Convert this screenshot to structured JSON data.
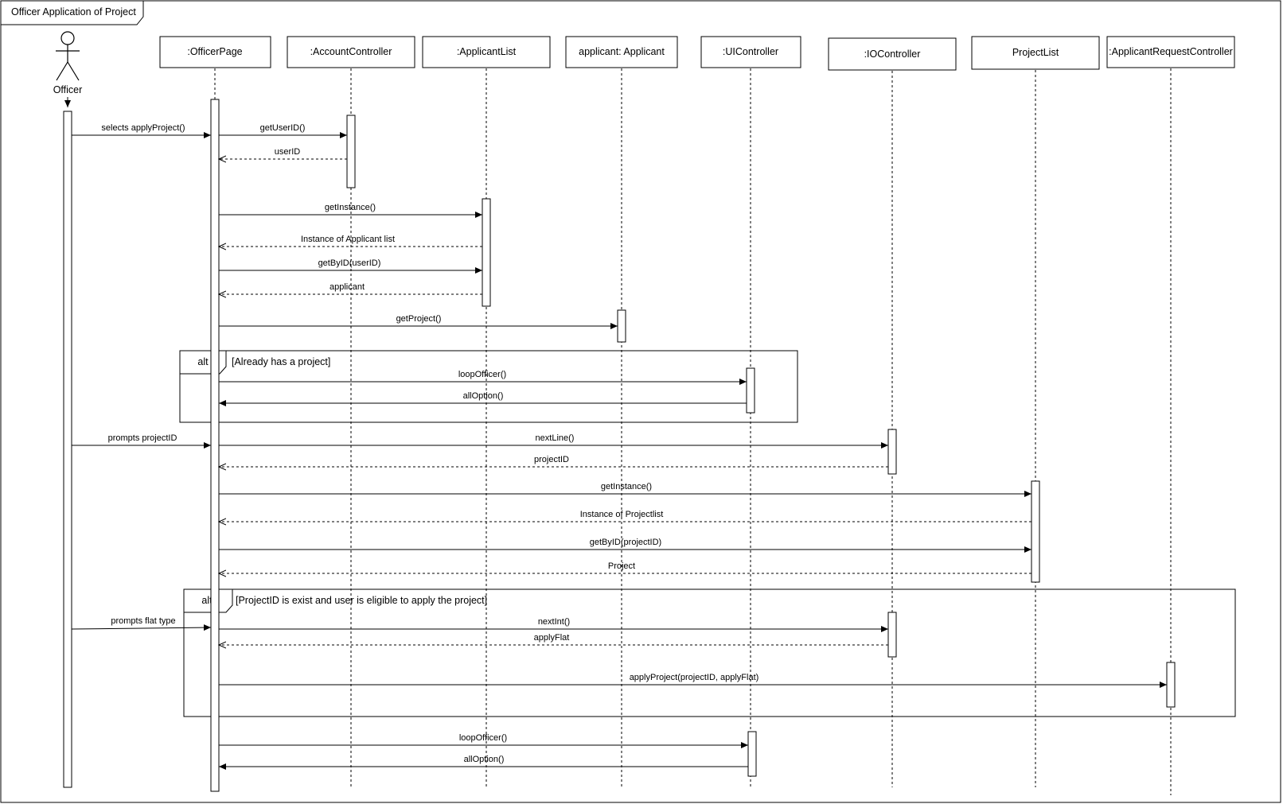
{
  "frame_title": "Officer Application of Project",
  "actor": {
    "name": "Officer"
  },
  "lifelines": [
    {
      "id": "officerpage",
      "label": ":OfficerPage"
    },
    {
      "id": "account",
      "label": ":AccountController"
    },
    {
      "id": "applist",
      "label": ":ApplicantList"
    },
    {
      "id": "applicant",
      "label": "applicant: Applicant"
    },
    {
      "id": "ui",
      "label": ":UIController"
    },
    {
      "id": "io",
      "label": ":IOController"
    },
    {
      "id": "projlist",
      "label": "ProjectList"
    },
    {
      "id": "arc",
      "label": ":ApplicantRequestController"
    }
  ],
  "fragments": [
    {
      "operator": "alt",
      "guard": "[Already has a project]"
    },
    {
      "operator": "alt",
      "guard": "[ProjectID is exist and user is eligible to apply the project]"
    }
  ],
  "messages": [
    {
      "from": "actor",
      "to": "officerpage",
      "label": "selects applyProject()",
      "kind": "sync"
    },
    {
      "from": "officerpage",
      "to": "account",
      "label": "getUserID()",
      "kind": "sync"
    },
    {
      "from": "account",
      "to": "officerpage",
      "label": "userID",
      "kind": "return"
    },
    {
      "from": "officerpage",
      "to": "applist",
      "label": "getInstance()",
      "kind": "sync"
    },
    {
      "from": "applist",
      "to": "officerpage",
      "label": "Instance of Applicant list",
      "kind": "return"
    },
    {
      "from": "officerpage",
      "to": "applist",
      "label": "getByID(userID)",
      "kind": "sync"
    },
    {
      "from": "applist",
      "to": "officerpage",
      "label": "applicant",
      "kind": "return"
    },
    {
      "from": "officerpage",
      "to": "applicant",
      "label": "getProject()",
      "kind": "sync"
    },
    {
      "from": "officerpage",
      "to": "ui",
      "label": "loopOfficer()",
      "kind": "sync"
    },
    {
      "from": "ui",
      "to": "officerpage",
      "label": "allOption()",
      "kind": "sync"
    },
    {
      "from": "actor",
      "to": "officerpage",
      "label": "prompts projectID",
      "kind": "sync"
    },
    {
      "from": "officerpage",
      "to": "io",
      "label": "nextLine()",
      "kind": "sync"
    },
    {
      "from": "io",
      "to": "officerpage",
      "label": "projectID",
      "kind": "return"
    },
    {
      "from": "officerpage",
      "to": "projlist",
      "label": "getInstance()",
      "kind": "sync"
    },
    {
      "from": "projlist",
      "to": "officerpage",
      "label": "Instance of Projectlist",
      "kind": "return"
    },
    {
      "from": "officerpage",
      "to": "projlist",
      "label": "getByID(projectID)",
      "kind": "sync"
    },
    {
      "from": "projlist",
      "to": "officerpage",
      "label": "Project",
      "kind": "return"
    },
    {
      "from": "actor",
      "to": "officerpage",
      "label": "prompts flat type",
      "kind": "sync"
    },
    {
      "from": "officerpage",
      "to": "io",
      "label": "nextInt()",
      "kind": "sync"
    },
    {
      "from": "io",
      "to": "officerpage",
      "label": "applyFlat",
      "kind": "return"
    },
    {
      "from": "officerpage",
      "to": "arc",
      "label": "applyProject(projectID, applyFlat)",
      "kind": "sync"
    },
    {
      "from": "officerpage",
      "to": "ui",
      "label": "loopOfficer()",
      "kind": "sync"
    },
    {
      "from": "ui",
      "to": "officerpage",
      "label": "allOption()",
      "kind": "sync"
    }
  ]
}
